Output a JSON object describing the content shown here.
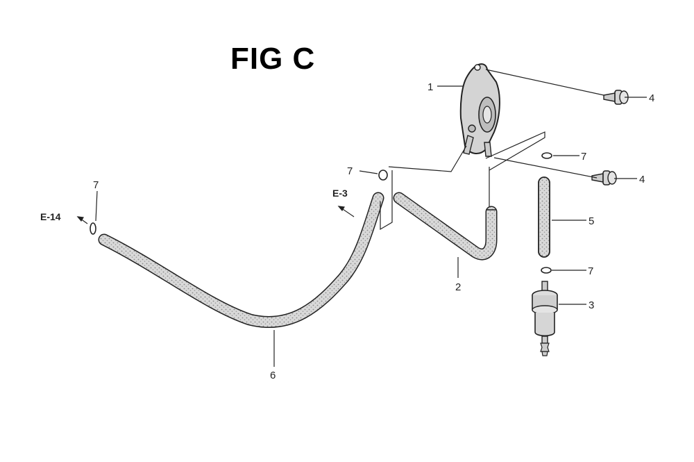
{
  "figure": {
    "title": "FIG C"
  },
  "callouts": {
    "c1": "1",
    "c2": "2",
    "c3": "3",
    "c4a": "4",
    "c4b": "4",
    "c5": "5",
    "c6": "6",
    "c7a": "7",
    "c7b": "7",
    "c7c": "7",
    "c7d": "7"
  },
  "refs": {
    "e3": "E-3",
    "e14": "E-14"
  },
  "parts": [
    {
      "num": "1",
      "icon": "fuel-pump-icon"
    },
    {
      "num": "2",
      "icon": "bent-fuel-tube-icon"
    },
    {
      "num": "3",
      "icon": "fuel-filter-icon"
    },
    {
      "num": "4",
      "icon": "bolt-icon"
    },
    {
      "num": "5",
      "icon": "straight-fuel-tube-icon"
    },
    {
      "num": "6",
      "icon": "long-fuel-tube-icon"
    },
    {
      "num": "7",
      "icon": "hose-clip-icon"
    }
  ]
}
